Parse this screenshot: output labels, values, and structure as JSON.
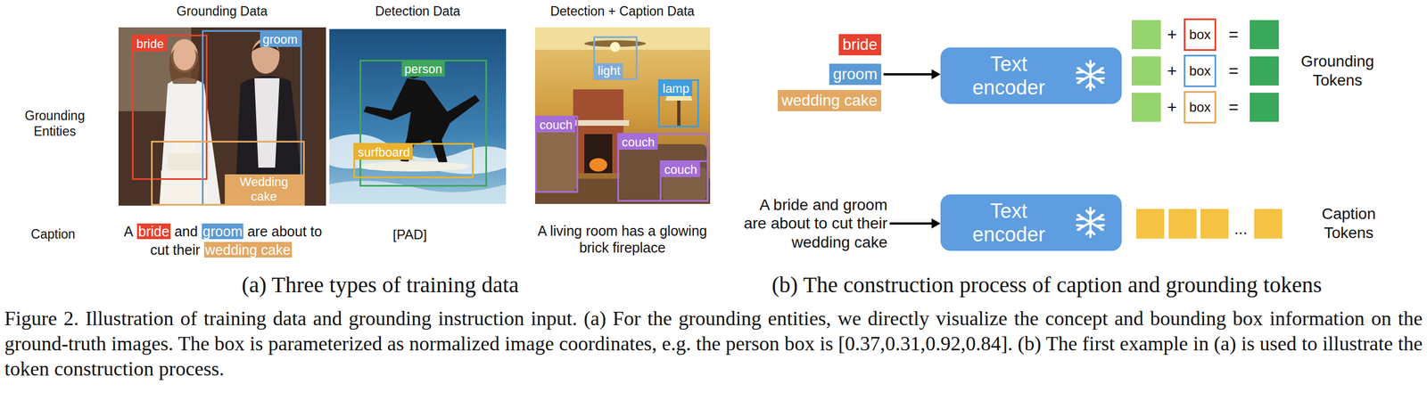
{
  "diagram": {
    "caption": "Figure 2. Illustration of training data and grounding instruction input. (a) For the grounding entities, we directly visualize the concept and bounding box information on the ground-truth images. The box is parameterized as normalized image coordinates, e.g. the person box is [0.37,0.31,0.92,0.84]. (b) The first example in (a) is used to illustrate the token construction process.",
    "nodes": [
      {
        "text": [
          "bride"
        ]
      },
      {
        "text": [
          "groom"
        ]
      },
      {
        "text": [
          "Wedding cake"
        ]
      },
      {
        "text": [
          "person"
        ]
      },
      {
        "text": [
          "surfboard"
        ]
      },
      {
        "text": [
          "light"
        ]
      },
      {
        "text": [
          "lamp"
        ]
      },
      {
        "text": [
          "couch"
        ]
      },
      {
        "text": [
          "couch"
        ]
      },
      {
        "text": [
          "couch"
        ]
      },
      {
        "text": [
          "bride"
        ]
      },
      {
        "text": [
          "groom"
        ]
      },
      {
        "text": [
          "wedding cake"
        ]
      },
      {
        "text": [
          "Text encoder"
        ]
      },
      {
        "text": [
          "box"
        ]
      },
      {
        "text": [
          "box"
        ]
      },
      {
        "text": [
          "box"
        ]
      },
      {
        "text": [
          "A bride and groom are about to cut their wedding cake"
        ]
      },
      {
        "text": [
          "Text encoder"
        ]
      }
    ],
    "edges": [
      {
        "from": 11,
        "to": 13,
        "arrow": "to"
      },
      {
        "from": 17,
        "to": 18,
        "arrow": "to"
      }
    ],
    "labels": [
      "Grounding Data",
      "Detection Data",
      "Detection + Caption Data",
      "Grounding Entities",
      "Caption",
      "A",
      "bride",
      "and",
      "groom",
      "are about to cut their",
      "wedding cake",
      "[PAD]",
      "A living room has a glowing brick fireplace",
      "(a) Three types of training data",
      "+",
      "=",
      "+",
      "=",
      "+",
      "=",
      "Grounding Tokens",
      "...",
      "Caption Tokens",
      "(b) The construction process of caption and grounding tokens"
    ]
  }
}
